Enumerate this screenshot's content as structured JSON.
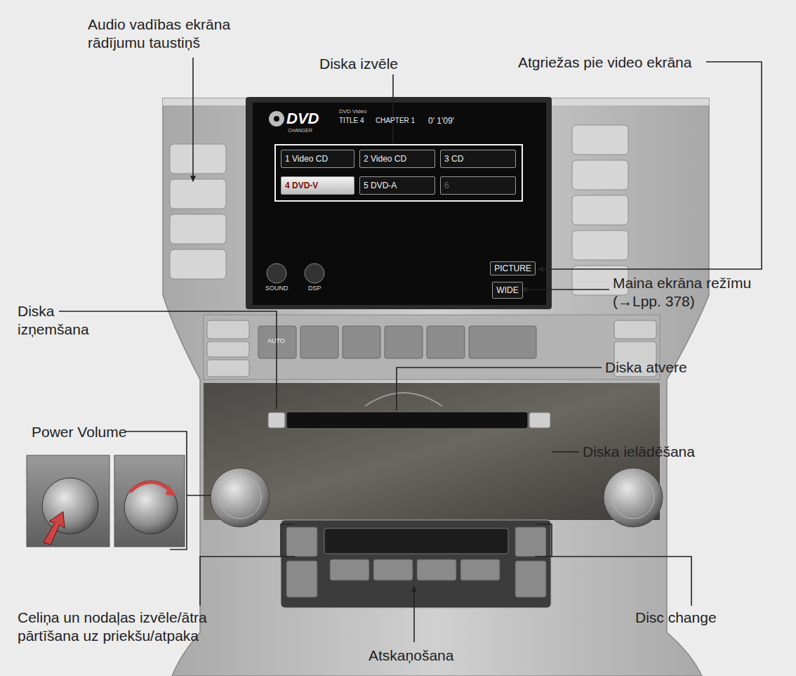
{
  "diagram": {
    "nodes": [
      {
        "text": [
          "1 Video CD"
        ]
      },
      {
        "text": [
          "2 Video CD"
        ]
      },
      {
        "text": [
          "3 CD"
        ]
      },
      {
        "text": [
          "4 DVD-V"
        ]
      },
      {
        "text": [
          "5 DVD-A"
        ]
      },
      {
        "text": [
          "6"
        ]
      },
      {
        "text": [
          "PICTURE"
        ]
      },
      {
        "text": [
          "WIDE"
        ]
      }
    ],
    "labels": [
      "Audio vadības ekrāna rādījumu taustiņš",
      "Diska izvēle",
      "Atgriežas pie video ekrāna",
      "DVD",
      "CHANGER",
      "DVD Video",
      "TITLE 4",
      "CHAPTER 1",
      "0' 1'09'",
      "SOUND",
      "DSP",
      "Maina ekrāna režīmu (→Lpp. 378)",
      "Diska izņemšana",
      "AUTO",
      "Diska atvere",
      "Power Volume",
      "Diska ielādēšana",
      "Celiņa un nodaļas izvēle/ātra pārtīšana uz priekšu/atpaka",
      "Atskaņošana",
      "Disc change"
    ]
  }
}
